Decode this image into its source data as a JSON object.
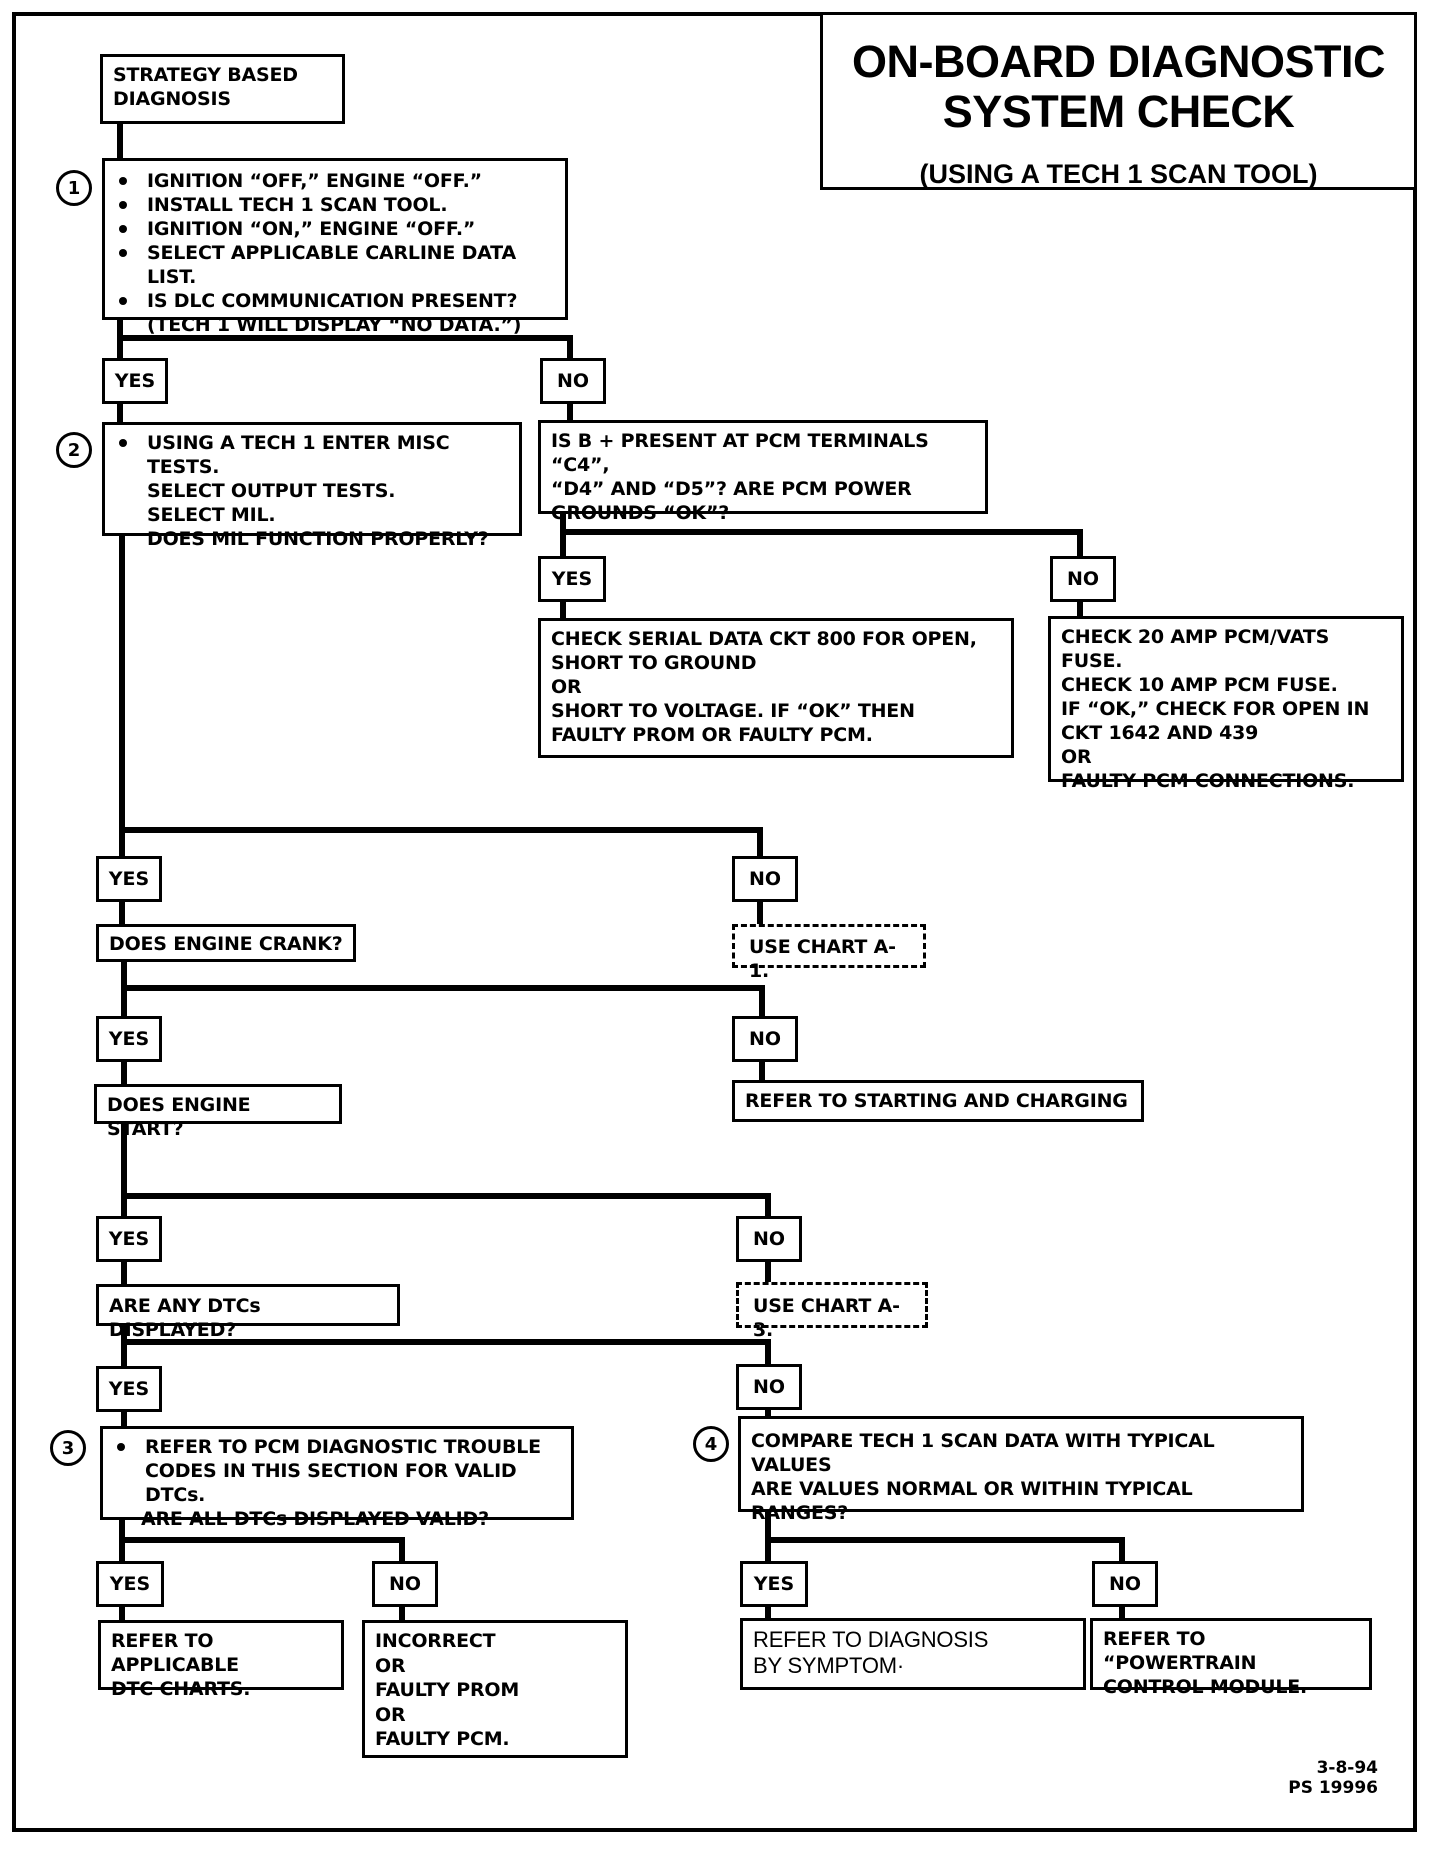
{
  "title": {
    "line1": "ON-BOARD DIAGNOSTIC",
    "line2": "SYSTEM CHECK",
    "subtitle": "(USING A TECH 1 SCAN TOOL)"
  },
  "footer": {
    "date": "3-8-94",
    "code": "PS 19996"
  },
  "start": {
    "line1": "STRATEGY BASED",
    "line2": "DIAGNOSIS"
  },
  "step_numbers": {
    "s1": "1",
    "s2": "2",
    "s3": "3",
    "s4": "4"
  },
  "labels": {
    "yes": "YES",
    "no": "NO"
  },
  "step1": {
    "lines": [
      "IGNITION “OFF,” ENGINE “OFF.”",
      "INSTALL TECH 1 SCAN TOOL.",
      "IGNITION “ON,” ENGINE “OFF.”",
      "SELECT APPLICABLE CARLINE DATA LIST.",
      "IS DLC COMMUNICATION PRESENT?"
    ],
    "note": "(TECH 1 WILL DISPLAY “NO DATA.”)"
  },
  "step2": {
    "lines": [
      "USING A TECH 1 ENTER MISC TESTS.",
      "SELECT OUTPUT TESTS.",
      "SELECT MIL.",
      "DOES MIL FUNCTION PROPERLY?"
    ]
  },
  "bplus": {
    "lines": [
      "IS B + PRESENT AT PCM TERMINALS “C4”,",
      "“D4” AND “D5”? ARE PCM POWER",
      "GROUNDS “OK”?"
    ]
  },
  "serial": {
    "lines": [
      "CHECK SERIAL DATA CKT 800 FOR OPEN,",
      "SHORT TO GROUND",
      "OR",
      "SHORT TO VOLTAGE.  IF “OK” THEN",
      "FAULTY PROM OR FAULTY PCM."
    ]
  },
  "fuse": {
    "lines": [
      "CHECK 20 AMP PCM/VATS FUSE.",
      "CHECK 10 AMP PCM FUSE.",
      "IF “OK,” CHECK FOR OPEN IN",
      "CKT 1642 AND 439",
      "OR",
      "FAULTY PCM CONNECTIONS."
    ]
  },
  "crank": "DOES ENGINE CRANK?",
  "chart_a1": "USE CHART A-1.",
  "start_q": "DOES ENGINE START?",
  "starting_charging": "REFER TO STARTING AND CHARGING",
  "dtc_q": "ARE ANY DTCs DISPLAYED?",
  "chart_a3": "USE CHART A-3.",
  "step3": {
    "line1": "REFER TO PCM DIAGNOSTIC TROUBLE",
    "line2": "CODES IN THIS SECTION FOR VALID DTCs.",
    "line3": "ARE ALL DTCs  DISPLAYED VALID?"
  },
  "step4": {
    "line1": "COMPARE TECH 1 SCAN DATA WITH TYPICAL VALUES",
    "line2": "ARE VALUES NORMAL OR WITHIN TYPICAL RANGES?"
  },
  "dtc_charts": {
    "line1": "REFER TO APPLICABLE",
    "line2": "DTC CHARTS."
  },
  "incorrect": {
    "lines": [
      "INCORRECT",
      "OR",
      "FAULTY PROM",
      "OR",
      "FAULTY PCM."
    ]
  },
  "symptom": {
    "line1": "REFER TO DIAGNOSIS",
    "line2": "BY SYMPTOM·"
  },
  "pcm_module": {
    "line1": "REFER TO “POWERTRAIN",
    "line2": "CONTROL MODULE."
  }
}
